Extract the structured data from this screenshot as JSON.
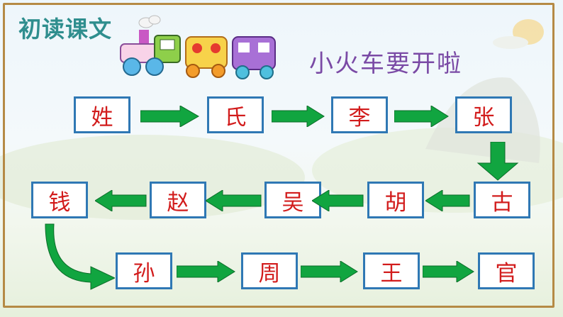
{
  "title": "初读课文",
  "subtitle": "小火车要开啦",
  "row1": [
    "姓",
    "氏",
    "李",
    "张"
  ],
  "row2": [
    "古",
    "胡",
    "吴",
    "赵",
    "钱"
  ],
  "row3": [
    "孙",
    "周",
    "王",
    "官"
  ],
  "colors": {
    "frame": "#b58a45",
    "box_border": "#2f78b4",
    "char": "#d21c1c",
    "arrow": "#11a540",
    "title": "#2f8e8e",
    "subtitle": "#7a4aa5"
  },
  "icons": [
    "train-icon",
    "arrow-right-icon",
    "arrow-left-icon",
    "arrow-down-icon",
    "curved-arrow-icon"
  ]
}
